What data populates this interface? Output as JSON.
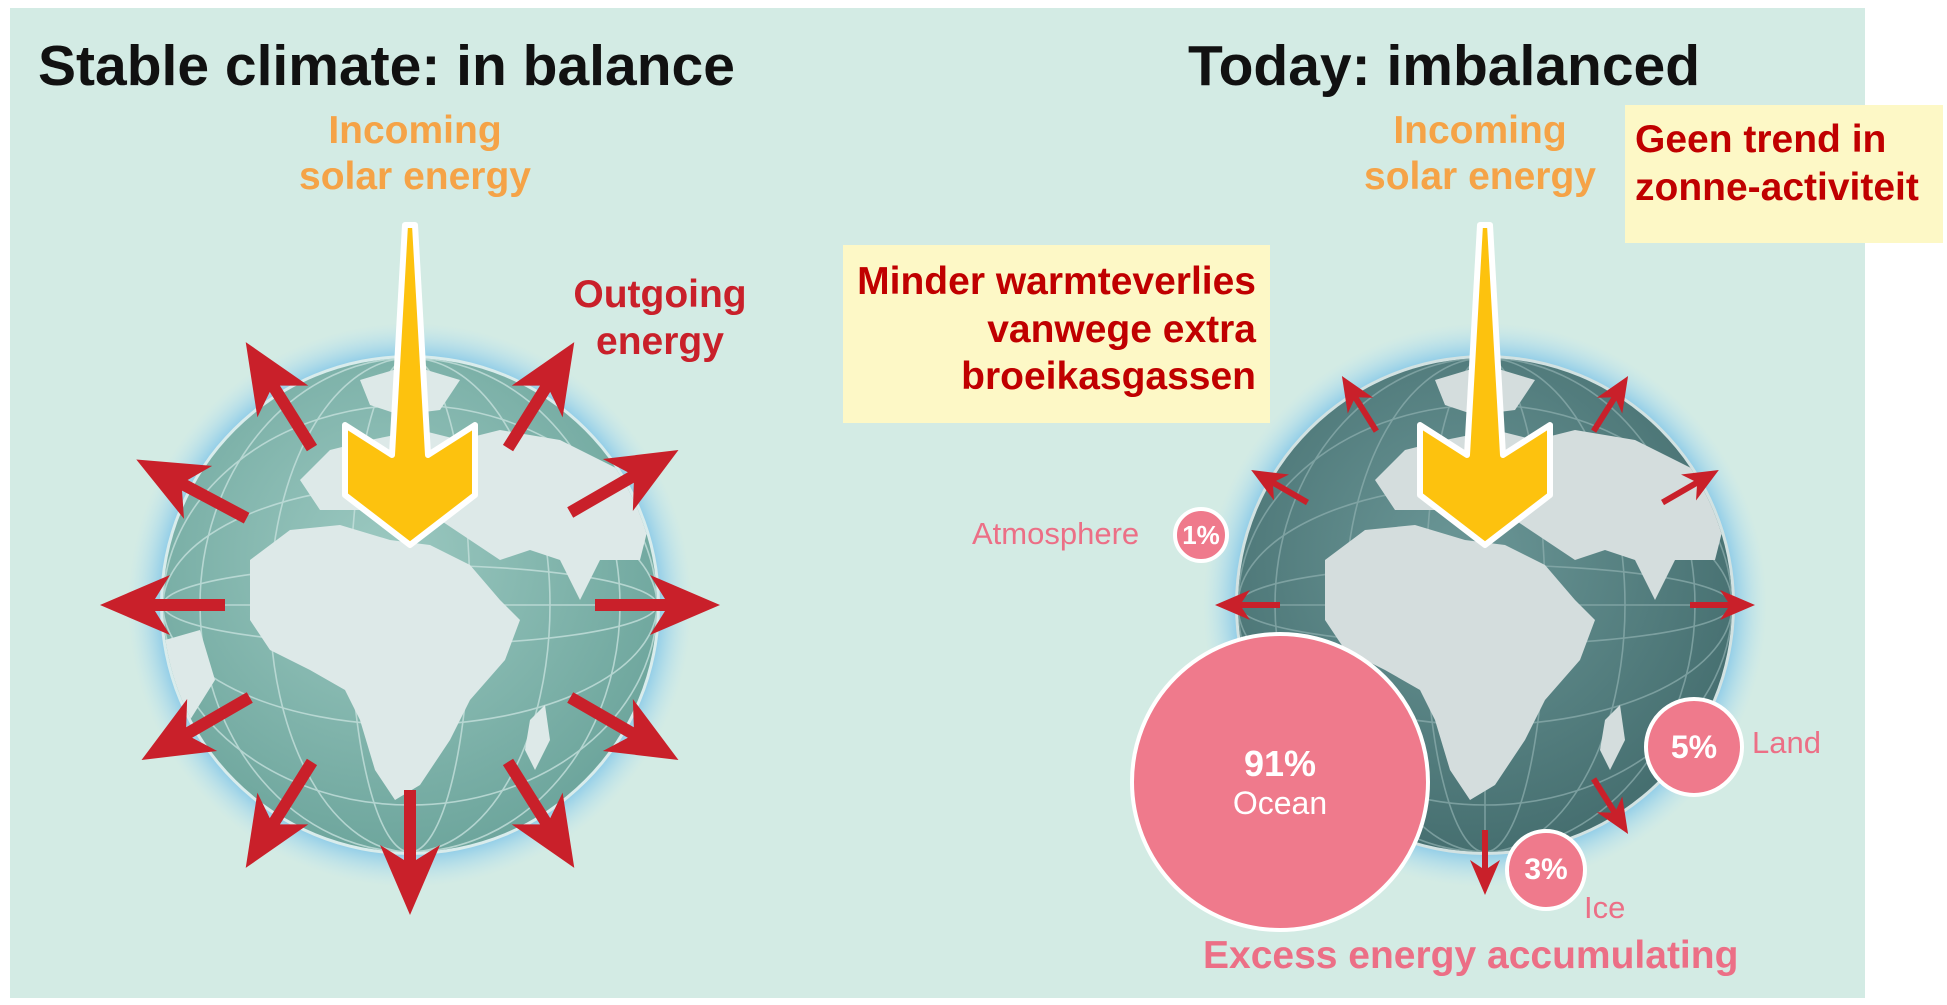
{
  "colors": {
    "background": "#d3ebe4",
    "solar_arrow": "#fdc20e",
    "outgoing_arrow": "#c9202a",
    "bubble": "#ef7a8c",
    "note_fill": "#fdf8c6",
    "note_text": "#c00000"
  },
  "left_panel": {
    "title": "Stable climate: in balance",
    "incoming_line1": "Incoming",
    "incoming_line2": "solar energy",
    "outgoing_line1": "Outgoing",
    "outgoing_line2": "energy"
  },
  "right_panel": {
    "title": "Today: imbalanced",
    "incoming_line1": "Incoming",
    "incoming_line2": "solar energy",
    "atmosphere_label": "Atmosphere",
    "atmosphere_pct": "1%",
    "ocean_pct": "91%",
    "ocean_label": "Ocean",
    "land_pct": "5%",
    "land_label": "Land",
    "ice_pct": "3%",
    "ice_label": "Ice",
    "footer": "Excess energy accumulating"
  },
  "annotations": {
    "note_right_line1": "Geen trend in",
    "note_right_line2": "zonne-activiteit",
    "note_mid_line1": "Minder warmteverlies",
    "note_mid_line2": "vanwege extra",
    "note_mid_line3": "broeikasgassen"
  }
}
